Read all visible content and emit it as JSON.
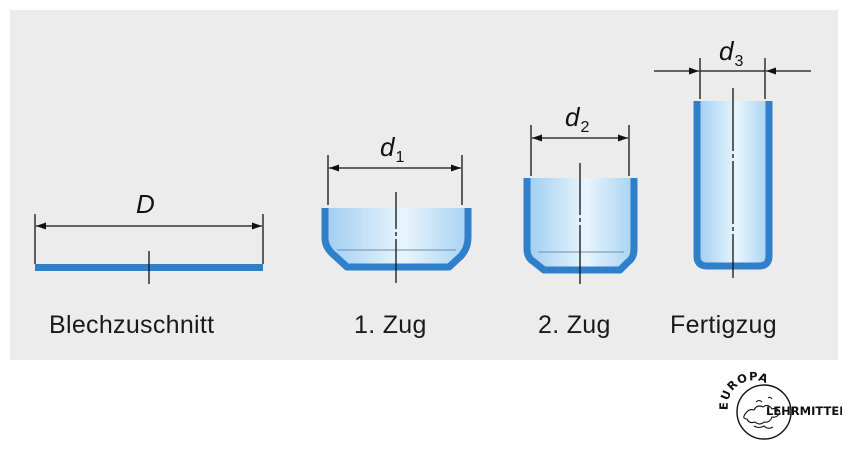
{
  "stages": [
    {
      "label": "Blechzuschnitt",
      "dimension": "D",
      "subscript": ""
    },
    {
      "label": "1. Zug",
      "dimension": "d",
      "subscript": "1"
    },
    {
      "label": "2. Zug",
      "dimension": "d",
      "subscript": "2"
    },
    {
      "label": "Fertigzug",
      "dimension": "d",
      "subscript": "3"
    }
  ],
  "logo": {
    "top_text": "EUROPA",
    "right_text": "LEHRMITTEL"
  },
  "colors": {
    "steel_blue": "#2f7fcb",
    "fill_light": "#d4e9f9",
    "background": "#ececec"
  }
}
